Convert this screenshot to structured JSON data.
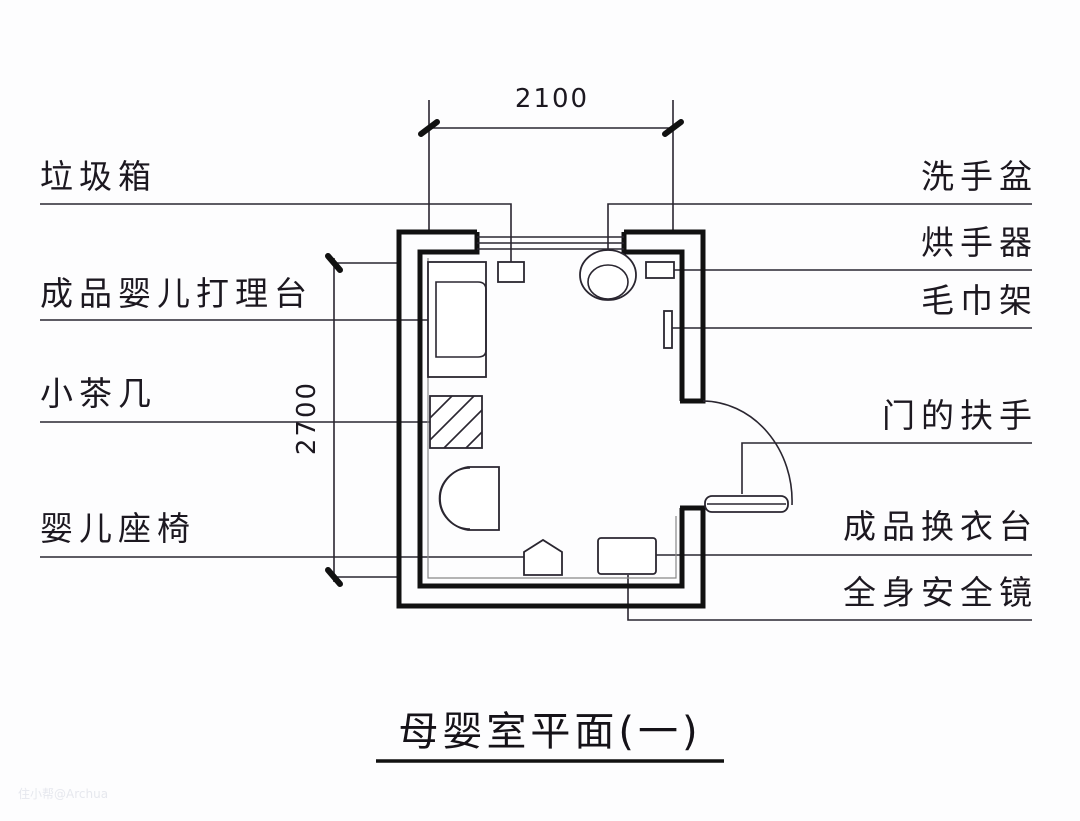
{
  "title": "母婴室平面(一)",
  "dimensions": {
    "width": "2100",
    "depth": "2700"
  },
  "labels_left": [
    "垃圾箱",
    "成品婴儿打理台",
    "小茶几",
    "婴儿座椅"
  ],
  "labels_right": [
    "洗手盆",
    "烘手器",
    "毛巾架",
    "门的扶手",
    "成品换衣台",
    "全身安全镜"
  ],
  "watermark": "住小帮@Archua"
}
